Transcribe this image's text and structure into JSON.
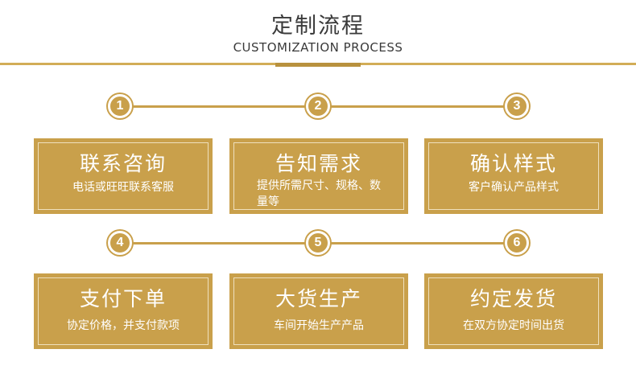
{
  "header": {
    "title": "定制流程",
    "subtitle": "CUSTOMIZATION PROCESS"
  },
  "colors": {
    "accent": "#c9a04b",
    "rule": "#d2ad57",
    "text": "#3a3a3a"
  },
  "steps": [
    {
      "number": "1",
      "title": "联系咨询",
      "desc": "电话或旺旺联系客服"
    },
    {
      "number": "2",
      "title": "告知需求",
      "desc": "提供所需尺寸、规格、数量等"
    },
    {
      "number": "3",
      "title": "确认样式",
      "desc": "客户确认产品样式"
    },
    {
      "number": "4",
      "title": "支付下单",
      "desc": "协定价格，并支付款项"
    },
    {
      "number": "5",
      "title": "大货生产",
      "desc": "车间开始生产产品"
    },
    {
      "number": "6",
      "title": "约定发货",
      "desc": "在双方协定时间出货"
    }
  ]
}
